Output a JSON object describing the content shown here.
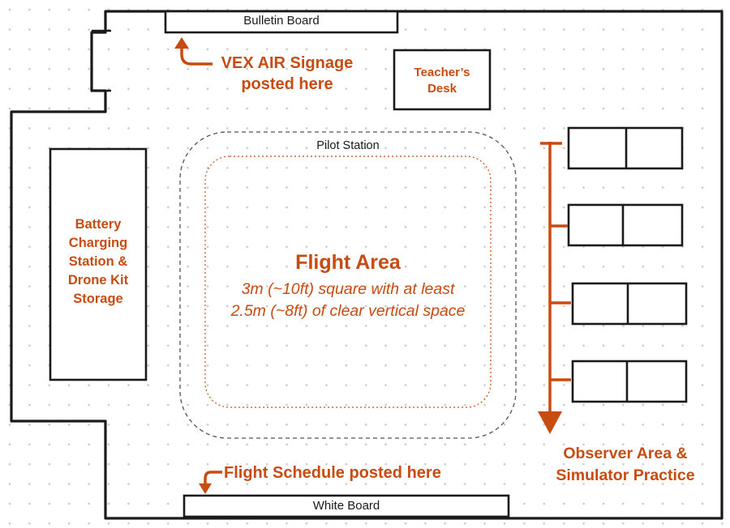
{
  "colors": {
    "accent": "#c84b11",
    "wall": "#1a1a1a",
    "dotgrid": "#c8c8c8",
    "dashed": "#555555"
  },
  "labels": {
    "bulletin_board": "Bulletin Board",
    "white_board": "White Board",
    "teachers_desk": [
      "Teacher’s",
      "Desk"
    ],
    "vex_signage": [
      "VEX AIR Signage",
      "posted here"
    ],
    "flight_schedule": "Flight Schedule posted here",
    "pilot_station": "Pilot Station",
    "flight_area_title": "Flight Area",
    "flight_area_desc": [
      "3m (~10ft) square with at least",
      "2.5m (~8ft) of clear vertical space"
    ],
    "battery_storage": [
      "Battery",
      "Charging",
      "Station &",
      "Drone Kit",
      "Storage"
    ],
    "observer_area": [
      "Observer Area &",
      "Simulator Practice"
    ]
  },
  "icons": {
    "vex_arrow": "curved-arrow-up-icon",
    "schedule_arrow": "curved-arrow-down-icon",
    "observer_arrow": "arrow-down-icon"
  }
}
